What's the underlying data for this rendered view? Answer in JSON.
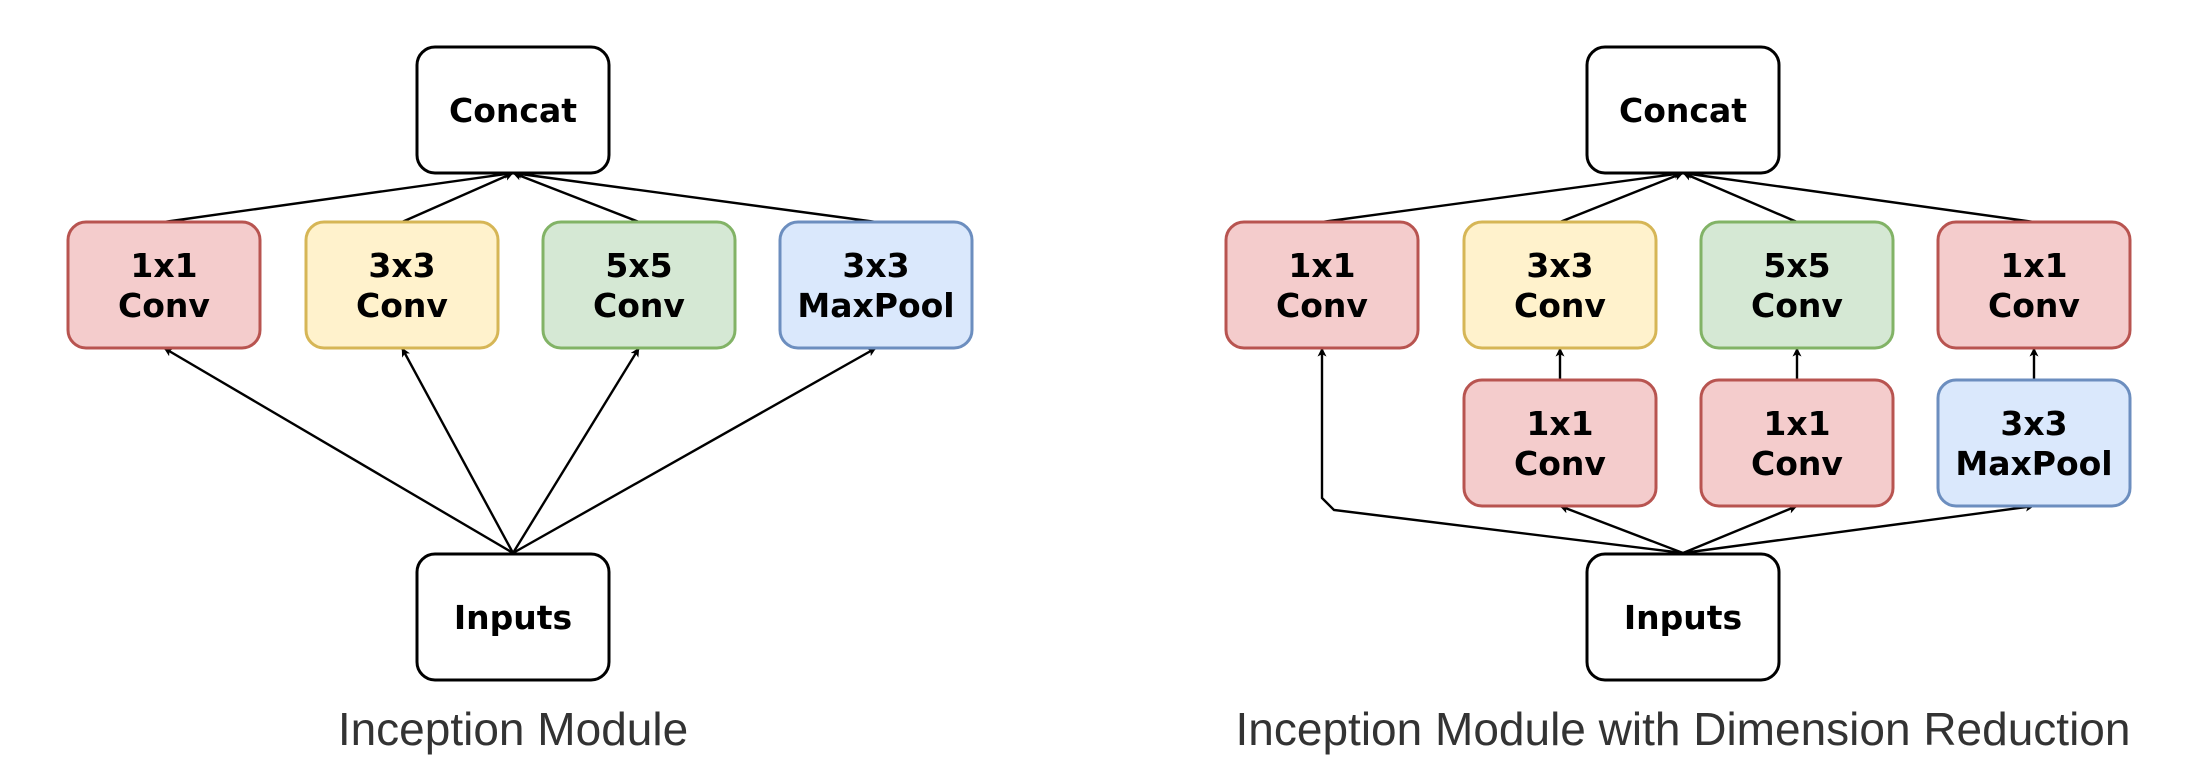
{
  "colors": {
    "plain": {
      "fill": "#ffffff",
      "stroke": "#000000"
    },
    "conv1x1": {
      "fill": "#f4cccc",
      "stroke": "#b85450"
    },
    "conv3x3": {
      "fill": "#fff2cc",
      "stroke": "#d6b656"
    },
    "conv5x5": {
      "fill": "#d5e8d4",
      "stroke": "#82b366"
    },
    "maxpool": {
      "fill": "#dae8fc",
      "stroke": "#6c8ebf"
    }
  },
  "left_module": {
    "caption": "Inception Module",
    "concat": {
      "lines": [
        "Concat"
      ]
    },
    "inputs": {
      "lines": [
        "Inputs"
      ]
    },
    "branches": [
      {
        "lines": [
          "1x1",
          "Conv"
        ],
        "style": "conv1x1"
      },
      {
        "lines": [
          "3x3",
          "Conv"
        ],
        "style": "conv3x3"
      },
      {
        "lines": [
          "5x5",
          "Conv"
        ],
        "style": "conv5x5"
      },
      {
        "lines": [
          "3x3",
          "MaxPool"
        ],
        "style": "maxpool"
      }
    ]
  },
  "right_module": {
    "caption": "Inception Module with Dimension Reduction",
    "concat": {
      "lines": [
        "Concat"
      ]
    },
    "inputs": {
      "lines": [
        "Inputs"
      ]
    },
    "top_branches": [
      {
        "lines": [
          "1x1",
          "Conv"
        ],
        "style": "conv1x1"
      },
      {
        "lines": [
          "3x3",
          "Conv"
        ],
        "style": "conv3x3"
      },
      {
        "lines": [
          "5x5",
          "Conv"
        ],
        "style": "conv5x5"
      },
      {
        "lines": [
          "1x1",
          "Conv"
        ],
        "style": "conv1x1"
      }
    ],
    "reduction_layers": [
      {
        "lines": [
          "1x1",
          "Conv"
        ],
        "style": "conv1x1"
      },
      {
        "lines": [
          "1x1",
          "Conv"
        ],
        "style": "conv1x1"
      },
      {
        "lines": [
          "3x3",
          "MaxPool"
        ],
        "style": "maxpool"
      }
    ]
  }
}
